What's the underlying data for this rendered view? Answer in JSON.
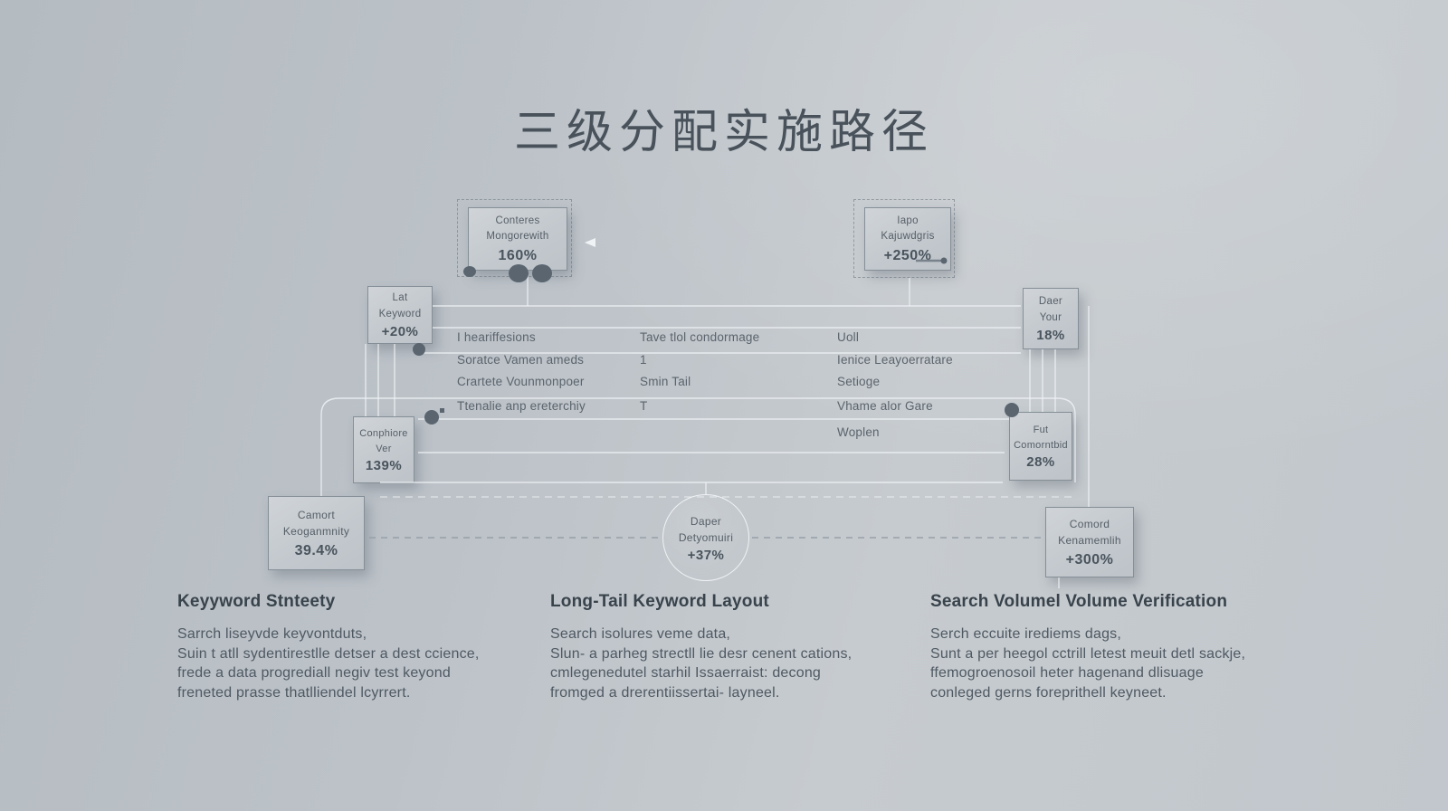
{
  "title": "三级分配实施路径",
  "colors": {
    "background": "#bfc5ca",
    "line_light": "#f0f4f7",
    "line_dashed": "#97a0a8",
    "box_border": "#868f97",
    "dot": "#5a6570",
    "text_dark": "#39434b",
    "text_body": "#4f5962"
  },
  "nodes": {
    "top_left": {
      "lines": [
        "Conteres",
        "Mongorewith"
      ],
      "value": "160%"
    },
    "top_right": {
      "lines": [
        "Iapo",
        "Kajuwdgris"
      ],
      "value": "+250%"
    },
    "mid_left_upper": {
      "lines": [
        "Lat",
        "Keyword"
      ],
      "value": "+20%"
    },
    "mid_right_upper": {
      "lines": [
        "Daer",
        "Your"
      ],
      "value": "18%"
    },
    "mid_left_lower": {
      "lines": [
        "Conphiore",
        "Ver"
      ],
      "value": "139%"
    },
    "mid_right_lower": {
      "lines": [
        "Fut",
        "Comorntbid"
      ],
      "value": "28%"
    },
    "bottom_left": {
      "lines": [
        "Camort",
        "Keoganmnity"
      ],
      "value": "39.4%"
    },
    "center_circle": {
      "lines": [
        "Daper",
        "Detyomuiri"
      ],
      "value": "+37%"
    },
    "bottom_right": {
      "lines": [
        "Comord",
        "Kenamemlih"
      ],
      "value": "+300%"
    }
  },
  "table": {
    "rows": [
      {
        "left": "I heariffesions",
        "mid": "Tave tlol condormage",
        "right": "Uoll"
      },
      {
        "left": "Soratce Vamen ameds",
        "mid": "1",
        "right": "Ienice Leayoerratare"
      },
      {
        "left": "Crartete Vounmonpoer",
        "mid": "Smin Tail",
        "right": "Setioge"
      },
      {
        "left": "Ttenalie anp ereterchiy",
        "mid": "T",
        "right": "Vhame alor Gare"
      },
      {
        "left": "",
        "mid": "",
        "right": "Woplen"
      }
    ]
  },
  "sections": [
    {
      "heading": "Keyyword Stnteety",
      "lines": [
        "Sarrch liseyvde keyvontduts,",
        "Suin t atll sydentirestlle detser a dest ccience,",
        "frede a data progrediall negiv test keyond",
        "freneted prasse thatlliendel lcyrrert."
      ]
    },
    {
      "heading": "Long-Tail Keyword Layout",
      "lines": [
        "Search isolures veme data,",
        "Slun- a parheg strectll lie desr cenent cations,",
        "cmlegenedutel starhil Issaerraist: decong",
        "fromged a drerentiissertai- layneel."
      ]
    },
    {
      "heading": "Search Volumel Volume Verification",
      "lines": [
        "Serch eccuite irediems dags,",
        "Sunt a per heegol cctrill letest meuit detl sackje,",
        "ffemogroenosoil heter hagenand dlisuage",
        "conleged gerns foreprithell keyneet."
      ]
    }
  ]
}
